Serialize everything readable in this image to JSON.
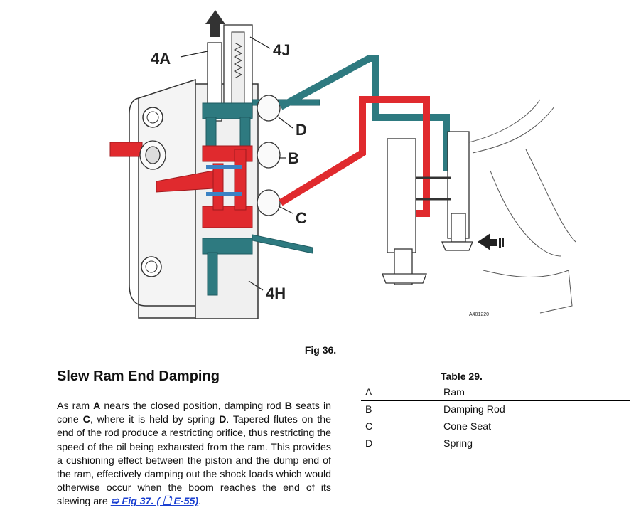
{
  "figure": {
    "callouts": {
      "a": "4A",
      "j": "4J",
      "d": "D",
      "b": "B",
      "c": "C",
      "h": "4H"
    },
    "image_code": "A401220",
    "caption": "Fig 36.",
    "colors": {
      "pressure": "#e02a2e",
      "return": "#2e7a80",
      "outline": "#333333"
    }
  },
  "section": {
    "heading": "Slew Ram End Damping",
    "p1": "As ram ",
    "a": "A",
    "p2": " nears the closed position, damping rod ",
    "b": "B",
    "p3": " seats in cone ",
    "c": "C",
    "p4": ", where it is held by spring ",
    "d": "D",
    "p5": ". Tapered flutes on the end of the rod produce a restricting orifice, thus restricting the speed of the oil being exhausted from the ram. This provides a cushioning effect between the piston and the dump end of the ram, effectively damping out the shock loads which would otherwise occur when the boom reaches the end of its slewing are ",
    "link": "➯ Fig 37. ( 🗋 E-55)",
    "end": "."
  },
  "table": {
    "caption": "Table 29.",
    "rows": [
      {
        "key": "A",
        "value": "Ram"
      },
      {
        "key": "B",
        "value": "Damping Rod"
      },
      {
        "key": "C",
        "value": "Cone Seat"
      },
      {
        "key": "D",
        "value": "Spring"
      }
    ]
  }
}
